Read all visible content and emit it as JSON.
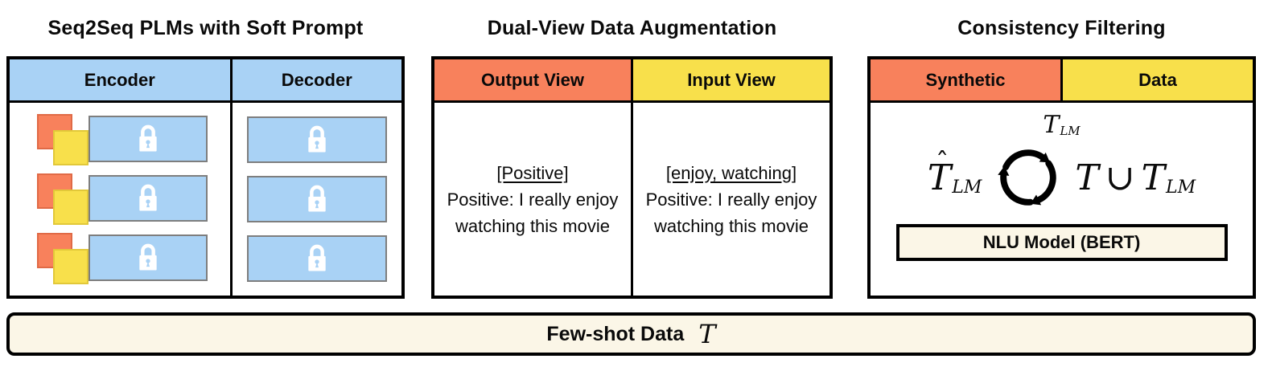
{
  "colors": {
    "header_blue": "#A9D2F5",
    "header_orange": "#F8815C",
    "header_yellow": "#F8E04B",
    "panel_cream": "#FBF6E7"
  },
  "panels": {
    "seq2seq": {
      "title": "Seq2Seq PLMs with Soft Prompt",
      "columns": [
        "Encoder",
        "Decoder"
      ]
    },
    "dualview": {
      "title": "Dual-View Data Augmentation",
      "columns": [
        "Output View",
        "Input View"
      ],
      "output_view": {
        "tag": "[Positive]",
        "text": "Positive: I really enjoy watching this movie"
      },
      "input_view": {
        "tag": "[enjoy, watching]",
        "text": "Positive: I really enjoy watching this movie"
      }
    },
    "filtering": {
      "title": "Consistency Filtering",
      "columns": [
        "Synthetic",
        "Data"
      ],
      "math": {
        "pool_label": {
          "base": "T",
          "sub": "LM"
        },
        "left_term": {
          "hat": "ˆ",
          "base": "T",
          "sub": "LM"
        },
        "right_term": {
          "base_a": "T",
          "operator": "∪",
          "base_b": "T",
          "sub_b": "LM"
        }
      },
      "model_box": "NLU Model (BERT)"
    }
  },
  "footer": {
    "label": "Few-shot Data",
    "symbol": "T"
  }
}
